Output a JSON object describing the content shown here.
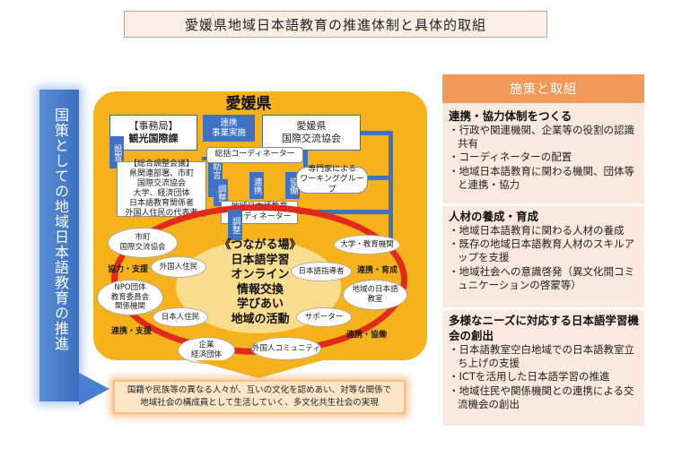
{
  "title": "愛媛県地域日本語教育の推進体制と具体的取組",
  "left_bar": {
    "text": "国策としての地域日本語教育の推進"
  },
  "ehime": {
    "title": "愛媛県",
    "jimukyoku": {
      "line1": "【事務局】",
      "line2": "観光国際課"
    },
    "renkei_top": {
      "line1": "連携",
      "line2": "事業実施"
    },
    "kokusai": {
      "line1": "愛媛県",
      "line2": "国際交流協会"
    },
    "setchi": "設置",
    "sogo_kaigi": [
      "【総合調整会議】",
      "県関連部署、市町",
      "国際交流協会",
      "大学、経済団体",
      "日本語教育関係者",
      "外国人住民の代表者"
    ],
    "jogen": "助言協力",
    "chosei1": "調整",
    "coordinator": "総括コーディネーター",
    "renkei_mid": "連携",
    "kyodo": "協働",
    "working_group": {
      "line1": "専門家による",
      "line2": "ワーキンググループ"
    },
    "chiiki_coord": {
      "line1": "地域日本語教育",
      "line2": "コーディネーター"
    },
    "chosei2": "調整"
  },
  "center": {
    "lines": [
      "《つながる場》",
      "日本語学習",
      "オンライン",
      "情報交換",
      "学びあい",
      "地域の活動"
    ]
  },
  "nodes": {
    "shicho": {
      "line1": "市町",
      "line2": "国際交流協会"
    },
    "gaikoku": "外国人住民",
    "npo": {
      "line1": "NPO団体",
      "line2": "教育委員会",
      "line3": "関係機関"
    },
    "nihonjin": "日本人住民",
    "kigyo": {
      "line1": "企業",
      "line2": "経済団体"
    },
    "community": "外国人コミュニティ",
    "daigaku": "大学・教育機関",
    "shidosha": "日本語指導者",
    "kyoshitsu": {
      "line1": "地域の日本語",
      "line2": "教室"
    },
    "supporter": "サポーター"
  },
  "side_labels": {
    "kyoryoku_shien": "協力・支援",
    "renkei_shien": "連携・支援",
    "renkei_ikusei": "連携・育成",
    "renkei_kyodo": "連携・協働"
  },
  "bottom_box": {
    "line1": "国籍や民族等の異なる人々が、互いの文化を認めあい、対等な関係で",
    "line2": "地域社会の構成員として生活していく、多文化共生社会の実現"
  },
  "right_panel": {
    "header": "施策と取組",
    "sections": [
      {
        "title": "連携・協力体制をつくる",
        "items": [
          "・行政や関連機関、企業等の役割の認識共有",
          "・コーディネーターの配置",
          "・地域日本語教育に関わる機関、団体等と連携・協力"
        ]
      },
      {
        "title": "人材の養成・育成",
        "items": [
          "・地域日本語教育に関わる人材の養成",
          "・既存の地域日本語教育人材のスキルアップを支援",
          "・地域社会への意識啓発（異文化間コミュニケーションの啓蒙等）"
        ]
      },
      {
        "title": "多様なニーズに対応する日本語学習機会の創出",
        "items": [
          "・日本語教室空白地域での日本語教室立ち上げの支援",
          "・ICTを活用した日本語学習の推進",
          "・地域住民や関係機関との連携による交流機会の創出"
        ]
      }
    ]
  },
  "colors": {
    "frame_yellow": "#f6b21b",
    "ring_red": "#e02a1c",
    "accent_blue": "#3f72c4",
    "panel_orange": "#ef9a5a"
  }
}
